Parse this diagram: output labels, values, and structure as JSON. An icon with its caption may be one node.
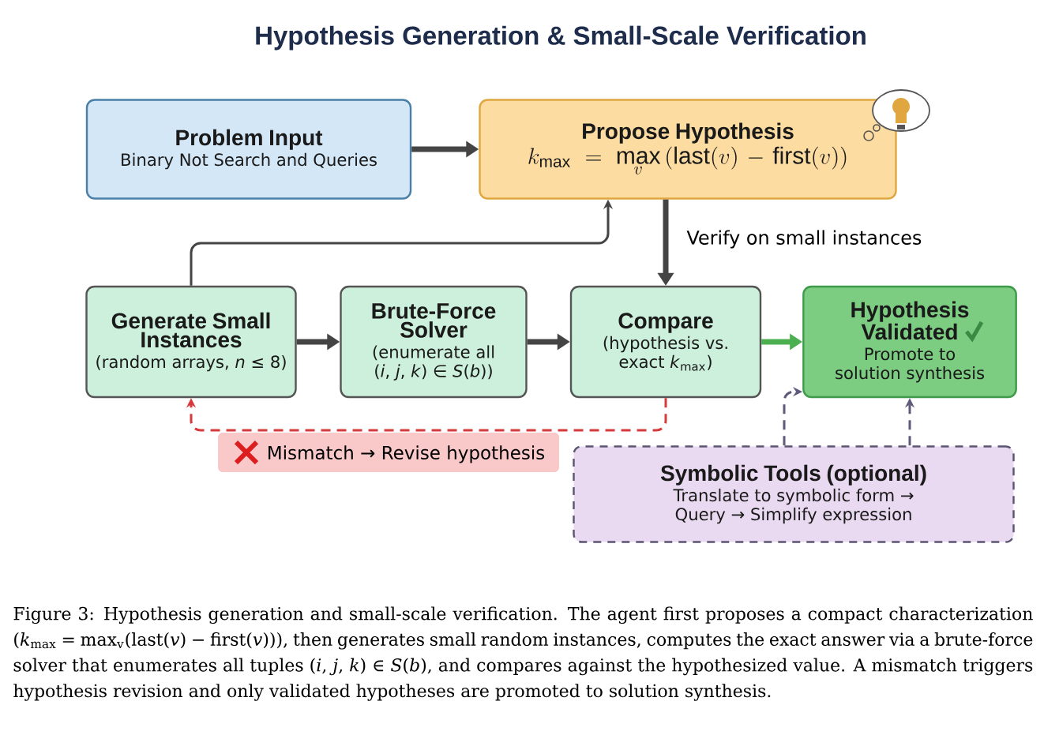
{
  "diagram": {
    "title": "Hypothesis Generation & Small-Scale Verification",
    "caption": "Figure 3: Hypothesis generation and small-scale verification. The agent first proposes a compact characterization (*k*$_{max}$ = max$_{v}$(last(*v*) − first(*v*))), then generates small random instances, computes the exact answer via a brute-force solver that enumerates all tuples (*i*, *j*, *k*) ∈ *S*(*b*), and compares against the hypothesized value. A mismatch triggers hypothesis revision and only validated hypotheses are promoted to solution synthesis.",
    "nodes": [
      {
        "text": [
          "Problem Input",
          "Binary Not Search and Queries"
        ]
      },
      {
        "text": [
          "Propose Hypothesis",
          "k_{\\max} = \\max_{v}\\,(\\mathrm{last}(v) - \\mathrm{first}(v))"
        ]
      },
      {
        "text": [
          "Generate Small Instances",
          "(random arrays, *n* ≤ 8)"
        ]
      },
      {
        "text": [
          "Brute-Force Solver",
          "(enumerate all (*i*, *j*, *k*) ∈ *S*(*b*))"
        ]
      },
      {
        "text": [
          "Compare",
          "(hypothesis vs. exact *k*$_{max}$)"
        ]
      },
      {
        "text": [
          "Hypothesis Validated",
          "Promote to solution synthesis"
        ]
      },
      {
        "text": [
          "Symbolic Tools (optional)",
          "Translate to symbolic form → Query → Simplify expression"
        ]
      }
    ],
    "edges": [
      {
        "from": 0,
        "to": 1,
        "arrow": "to"
      },
      {
        "from": 1,
        "to": 4,
        "arrow": "to",
        "label": "Verify on small instances"
      },
      {
        "from": 2,
        "to": 1,
        "arrow": "to"
      },
      {
        "from": 2,
        "to": 3,
        "arrow": "to"
      },
      {
        "from": 3,
        "to": 4,
        "arrow": "to"
      },
      {
        "from": 4,
        "to": 5,
        "arrow": "to",
        "color": "#4caf50"
      },
      {
        "from": 4,
        "to": 2,
        "arrow": "to",
        "style": "dashed",
        "color": "#d63a3a",
        "label": "Mismatch → Revise hypothesis"
      },
      {
        "from": 6,
        "to": 5,
        "arrow": "to",
        "style": "dashed",
        "color": "#5e5a7a"
      },
      {
        "from": 6,
        "to": 5,
        "arrow": "to",
        "style": "dashed",
        "color": "#5e5a7a"
      }
    ]
  }
}
